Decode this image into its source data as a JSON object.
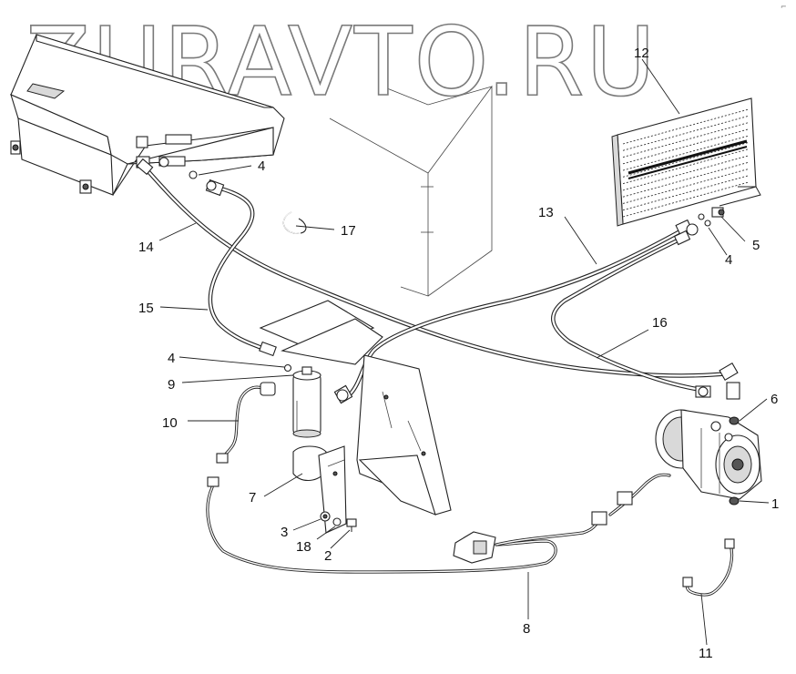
{
  "watermark": "ZURAVTO.RU",
  "corner_mark": "⌐",
  "callouts": {
    "c1": "1",
    "c2": "2",
    "c3": "3",
    "c4a": "4",
    "c4b": "4",
    "c4c": "4",
    "c5": "5",
    "c6": "6",
    "c7": "7",
    "c8": "8",
    "c9": "9",
    "c10": "10",
    "c11": "11",
    "c12": "12",
    "c13": "13",
    "c14": "14",
    "c15": "15",
    "c16": "16",
    "c17": "17",
    "c18": "18"
  }
}
